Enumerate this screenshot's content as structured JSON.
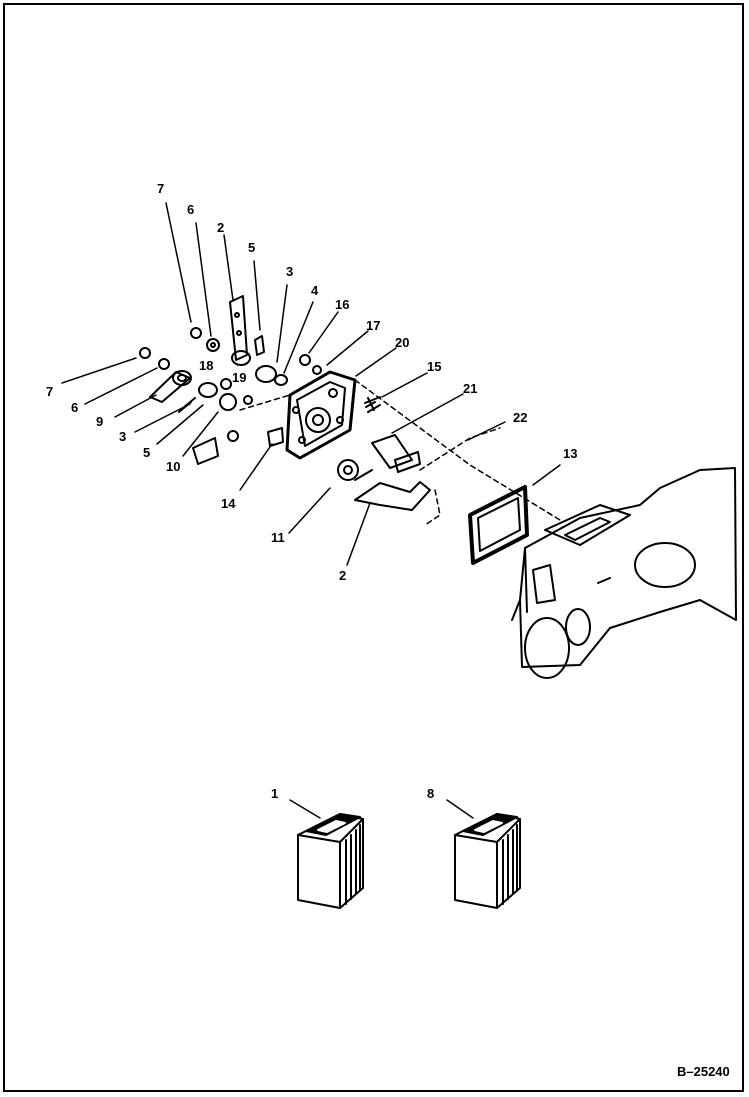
{
  "figure_number": "B–25240",
  "callouts": [
    {
      "id": "c7a",
      "text": "7"
    },
    {
      "id": "c6a",
      "text": "6"
    },
    {
      "id": "c2a",
      "text": "2"
    },
    {
      "id": "c5a",
      "text": "5"
    },
    {
      "id": "c3a",
      "text": "3"
    },
    {
      "id": "c4",
      "text": "4"
    },
    {
      "id": "c16",
      "text": "16"
    },
    {
      "id": "c17",
      "text": "17"
    },
    {
      "id": "c20",
      "text": "20"
    },
    {
      "id": "c15",
      "text": "15"
    },
    {
      "id": "c21",
      "text": "21"
    },
    {
      "id": "c22",
      "text": "22"
    },
    {
      "id": "c13",
      "text": "13"
    },
    {
      "id": "c18",
      "text": "18"
    },
    {
      "id": "c19",
      "text": "19"
    },
    {
      "id": "c7b",
      "text": "7"
    },
    {
      "id": "c6b",
      "text": "6"
    },
    {
      "id": "c9",
      "text": "9"
    },
    {
      "id": "c3b",
      "text": "3"
    },
    {
      "id": "c5b",
      "text": "5"
    },
    {
      "id": "c10",
      "text": "10"
    },
    {
      "id": "c14",
      "text": "14"
    },
    {
      "id": "c11",
      "text": "11"
    },
    {
      "id": "c2b",
      "text": "2"
    },
    {
      "id": "c1",
      "text": "1"
    },
    {
      "id": "c8",
      "text": "8"
    }
  ]
}
